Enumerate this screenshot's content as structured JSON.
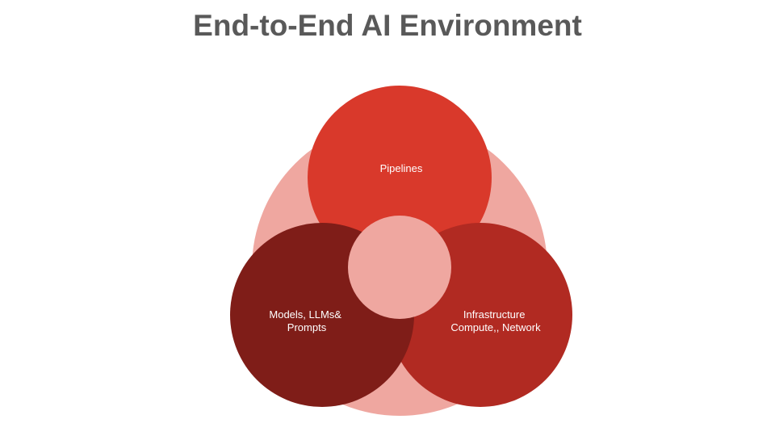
{
  "title": "End-to-End AI Environment",
  "colors": {
    "background_circle": "#EFA7A0",
    "top_circle": "#D9392B",
    "left_circle": "#7F1D18",
    "right_circle": "#B12A22",
    "center_circle": "#EFA7A0",
    "title_text": "#595959",
    "label_text": "#FFFFFF"
  },
  "circles": {
    "top": {
      "label_lines": [
        "Pipelines"
      ]
    },
    "left": {
      "label_lines": [
        "Models, LLMs&",
        "Prompts"
      ]
    },
    "right": {
      "label_lines": [
        "Infrastructure",
        "Compute,, Network"
      ]
    }
  }
}
